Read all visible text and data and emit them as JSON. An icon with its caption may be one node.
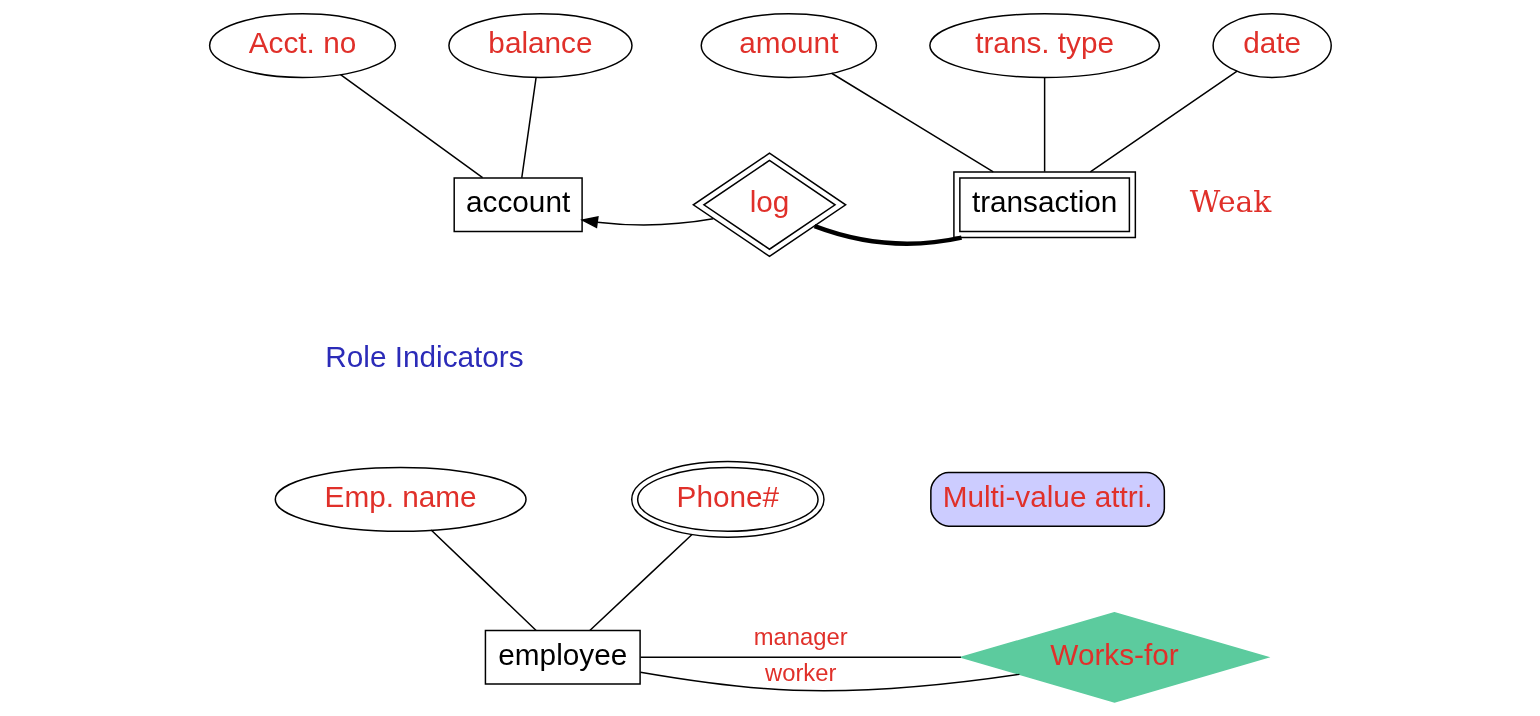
{
  "diagram": {
    "nodes": [
      {
        "text": [
          "account"
        ]
      },
      {
        "text": [
          "Acct. no"
        ]
      },
      {
        "text": [
          "balance"
        ]
      },
      {
        "text": [
          "log"
        ]
      },
      {
        "text": [
          "transaction"
        ],
        "beside": [
          "Weak"
        ]
      },
      {
        "text": [
          "trans. type"
        ]
      },
      {
        "text": [
          "date"
        ]
      },
      {
        "text": [
          "amount"
        ]
      },
      {
        "text": [
          "employee"
        ]
      },
      {
        "text": [
          "Emp. name"
        ]
      },
      {
        "text": [
          "Phone#"
        ]
      },
      {
        "text": [
          "Works-for"
        ]
      },
      {
        "text": [
          "Multi-value attri."
        ]
      }
    ],
    "edges": [
      {
        "from": 1,
        "to": 0,
        "arrow": "none"
      },
      {
        "from": 2,
        "to": 0,
        "arrow": "none"
      },
      {
        "from": 3,
        "to": 0,
        "arrow": "to"
      },
      {
        "from": 3,
        "to": 4,
        "arrow": "none",
        "style": "thick"
      },
      {
        "from": 5,
        "to": 4,
        "arrow": "none"
      },
      {
        "from": 6,
        "to": 4,
        "arrow": "none"
      },
      {
        "from": 7,
        "to": 4,
        "arrow": "none"
      },
      {
        "from": 9,
        "to": 8,
        "arrow": "none"
      },
      {
        "from": 10,
        "to": 8,
        "arrow": "none"
      },
      {
        "from": 8,
        "to": 11,
        "arrow": "none",
        "label": "manager"
      },
      {
        "from": 8,
        "to": 11,
        "arrow": "none",
        "label": "worker"
      }
    ],
    "labels": [
      "Role Indicators"
    ]
  }
}
